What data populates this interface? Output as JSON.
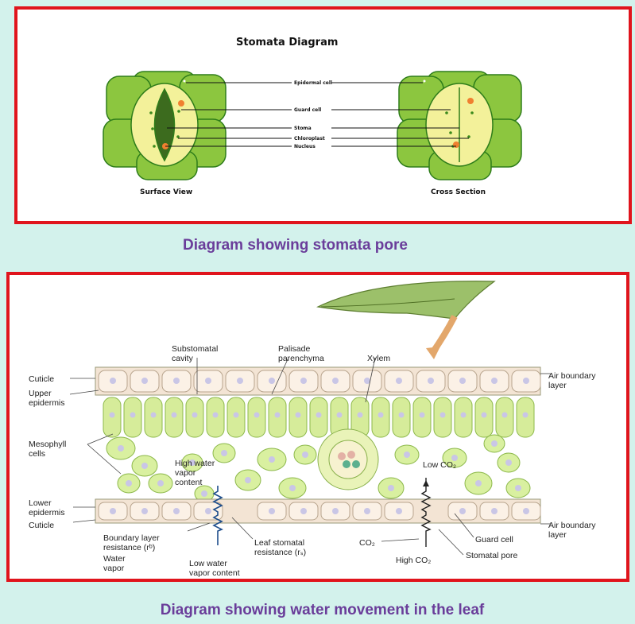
{
  "top_diagram": {
    "title": "Stomata Diagram",
    "labels": {
      "epidermal_cell": "Epidermal cell",
      "guard_cell": "Guard cell",
      "stoma": "Stoma",
      "chloroplast": "Chloroplast",
      "nucleus": "Nucleus"
    },
    "views": {
      "surface": "Surface View",
      "cross": "Cross Section"
    },
    "caption": "Diagram showing stomata pore"
  },
  "bottom_diagram": {
    "labels": {
      "substomatal_cavity_1": "Substomatal",
      "substomatal_cavity_2": "cavity",
      "palisade_1": "Palisade",
      "palisade_2": "parenchyma",
      "xylem": "Xylem",
      "cuticle_top": "Cuticle",
      "upper_epidermis_1": "Upper",
      "upper_epidermis_2": "epidermis",
      "mesophyll_1": "Mesophyll",
      "mesophyll_2": "cells",
      "lower_epidermis_1": "Lower",
      "lower_epidermis_2": "epidermis",
      "cuticle_bottom": "Cuticle",
      "air_boundary_top_1": "Air boundary",
      "air_boundary_top_2": "layer",
      "air_boundary_bottom_1": "Air boundary",
      "air_boundary_bottom_2": "layer",
      "high_water_1": "High water",
      "high_water_2": "vapor",
      "high_water_3": "content",
      "low_co2": "Low CO₂",
      "boundary_resistance_1": "Boundary layer",
      "boundary_resistance_2": "resistance (rᵇ)",
      "leaf_stomatal_1": "Leaf stomatal",
      "leaf_stomatal_2": "resistance (rₛ)",
      "water_vapor_1": "Water",
      "water_vapor_2": "vapor",
      "low_water_1": "Low water",
      "low_water_2": "vapor content",
      "co2": "CO₂",
      "high_co2": "High CO₂",
      "guard_cell": "Guard cell",
      "stomatal_pore": "Stomatal pore"
    },
    "caption": "Diagram showing water movement in the leaf"
  }
}
